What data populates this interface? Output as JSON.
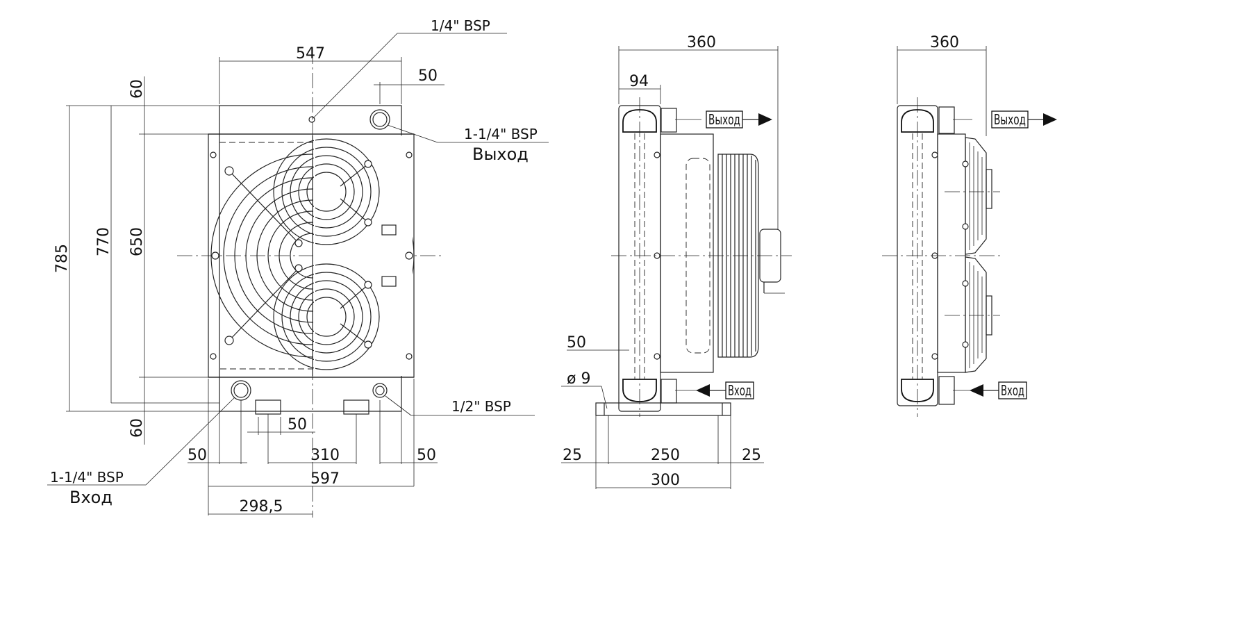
{
  "front_view": {
    "dims": {
      "top_width": "547",
      "top_offset": "50",
      "top_gap": "60",
      "bottom_gap": "60",
      "height_total": "785",
      "height_core": "770",
      "height_panel": "650",
      "foot_50": "50",
      "left_50": "50",
      "center_310": "310",
      "right_50": "50",
      "width_597": "597",
      "half_2985": "298,5"
    },
    "callouts": {
      "port_quarter": "1/4\" BSP",
      "port_out_size": "1-1/4\" BSP",
      "port_out_label": "Выход",
      "port_half": "1/2\" BSP",
      "port_in_size": "1-1/4\" BSP",
      "port_in_label": "Вход"
    }
  },
  "side_view": {
    "dims": {
      "depth": "360",
      "header_depth": "94",
      "base_offset": "50",
      "hole": "ø 9",
      "base_left": "25",
      "base_center": "250",
      "base_right": "25",
      "base_width": "300"
    },
    "labels": {
      "outlet": "Выход",
      "inlet": "Вход"
    }
  },
  "third_view": {
    "dims": {
      "depth": "360"
    },
    "labels": {
      "outlet": "Выход",
      "inlet": "Вход"
    }
  }
}
